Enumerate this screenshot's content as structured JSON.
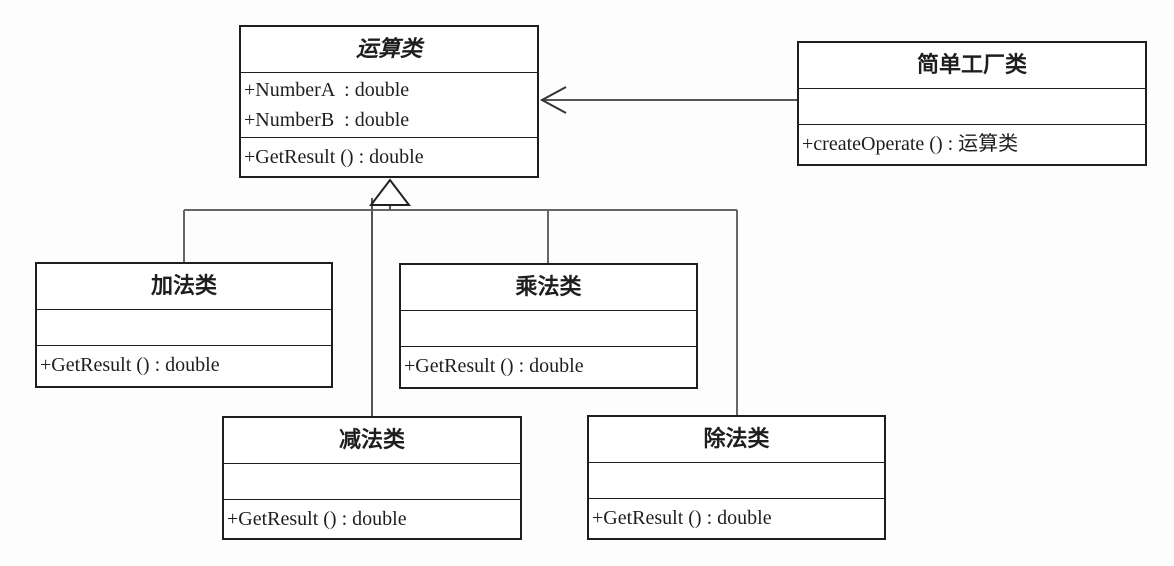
{
  "diagram": {
    "operation": {
      "name": "运算类",
      "attributes": [
        "+NumberA  : double",
        "+NumberB  : double"
      ],
      "methods": [
        "+GetResult () : double"
      ]
    },
    "factory": {
      "name": "简单工厂类",
      "methods": [
        "+createOperate () : 运算类"
      ]
    },
    "add": {
      "name": "加法类",
      "methods": [
        "+GetResult () : double"
      ]
    },
    "mul": {
      "name": "乘法类",
      "methods": [
        "+GetResult () : double"
      ]
    },
    "sub": {
      "name": "减法类",
      "methods": [
        "+GetResult () : double"
      ]
    },
    "div": {
      "name": "除法类",
      "methods": [
        "+GetResult () : double"
      ]
    }
  }
}
